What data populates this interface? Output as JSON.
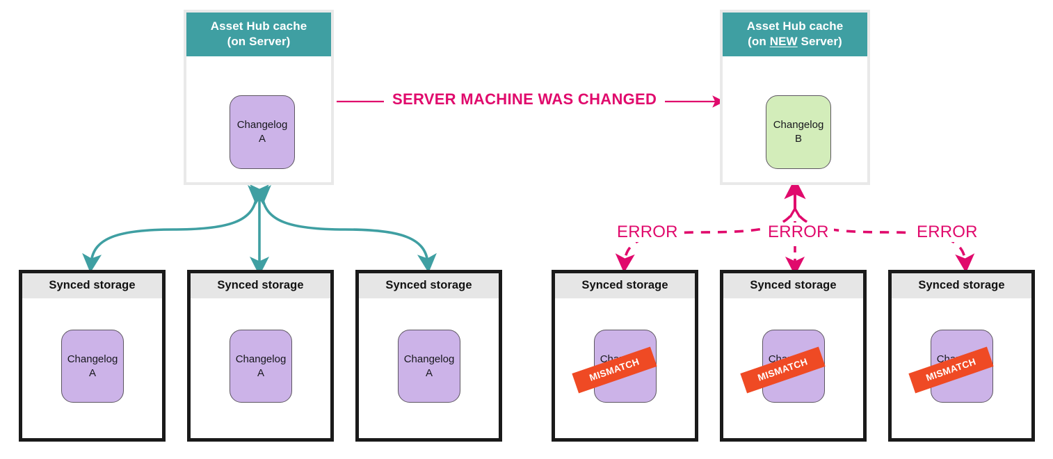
{
  "diagram": {
    "title_flow_label": "SERVER MACHINE WAS CHANGED",
    "error_label": "ERROR",
    "mismatch_label": "MISMATCH",
    "colors": {
      "teal_header": "#3f9fa2",
      "teal_arrow": "#3f9fa2",
      "pink": "#e00a6c",
      "orange": "#ef4a24",
      "purple_chip": "#ccb3e8",
      "green_chip": "#d3edba",
      "storage_header": "#e6e6e6",
      "storage_border": "#1a1a1a",
      "hub_border": "#e9e9e9"
    }
  },
  "hubs": [
    {
      "id": "hub-old",
      "title_line1": "Asset Hub cache",
      "title_line2_prefix": "(on ",
      "title_line2_emphasis": "",
      "title_line2_suffix": "Server)",
      "chip": {
        "name": "Changelog",
        "version": "A",
        "color": "purple"
      }
    },
    {
      "id": "hub-new",
      "title_line1": "Asset Hub cache",
      "title_line2_prefix": "(on ",
      "title_line2_emphasis": "NEW",
      "title_line2_suffix": " Server)",
      "chip": {
        "name": "Changelog",
        "version": "B",
        "color": "green"
      }
    }
  ],
  "storages": {
    "header_label": "Synced storage",
    "left": [
      {
        "chip": {
          "name": "Changelog",
          "version": "A",
          "color": "purple"
        },
        "mismatch": false
      },
      {
        "chip": {
          "name": "Changelog",
          "version": "A",
          "color": "purple"
        },
        "mismatch": false
      },
      {
        "chip": {
          "name": "Changelog",
          "version": "A",
          "color": "purple"
        },
        "mismatch": false
      }
    ],
    "right": [
      {
        "chip": {
          "name": "Changelog",
          "version": "A",
          "color": "purple"
        },
        "mismatch": true
      },
      {
        "chip": {
          "name": "Changelog",
          "version": "A",
          "color": "purple"
        },
        "mismatch": true
      },
      {
        "chip": {
          "name": "Changelog",
          "version": "A",
          "color": "purple"
        },
        "mismatch": true
      }
    ]
  },
  "errors": {
    "left_label": "ERROR",
    "center_label": "ERROR",
    "right_label": "ERROR"
  }
}
